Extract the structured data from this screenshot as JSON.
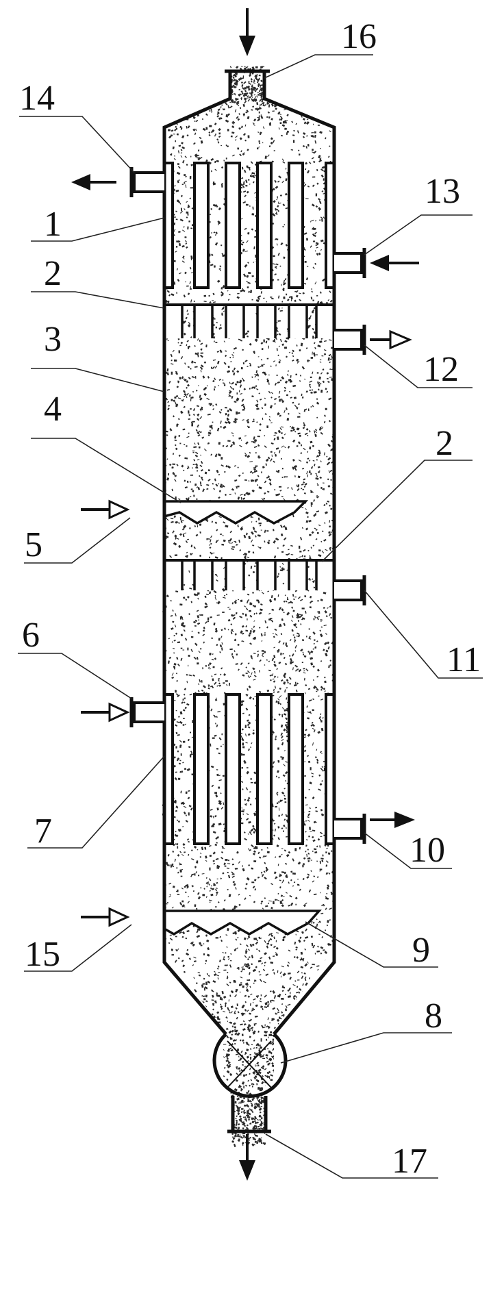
{
  "labels": {
    "l1": "1",
    "l2a": "2",
    "l2b": "2",
    "l3": "3",
    "l4": "4",
    "l5": "5",
    "l6": "6",
    "l7": "7",
    "l8": "8",
    "l9": "9",
    "l10": "10",
    "l11": "11",
    "l12": "12",
    "l13": "13",
    "l14": "14",
    "l15": "15",
    "l16": "16",
    "l17": "17"
  },
  "colors": {
    "line": "#111111",
    "particle": "#2a2a2a",
    "background": "#ffffff"
  },
  "arrow_types": {
    "filled": "solid-arrow",
    "hollow": "hollow-arrow"
  }
}
